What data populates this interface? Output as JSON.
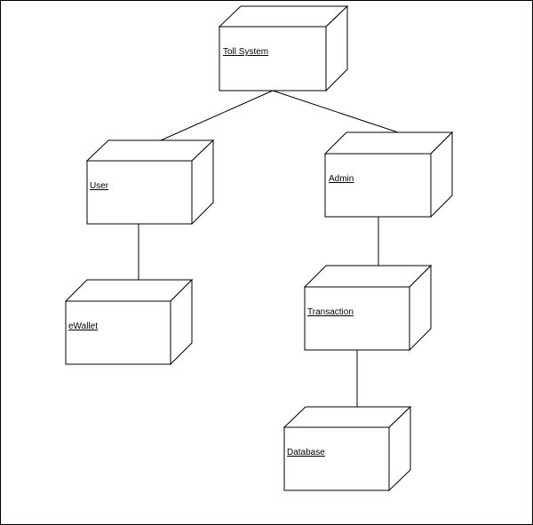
{
  "diagram": {
    "nodes": [
      {
        "id": "toll",
        "label": "Toll System"
      },
      {
        "id": "user",
        "label": "User"
      },
      {
        "id": "admin",
        "label": "Admin"
      },
      {
        "id": "ewallet",
        "label": "eWallet"
      },
      {
        "id": "transaction",
        "label": "Transaction"
      },
      {
        "id": "database",
        "label": "Database"
      }
    ],
    "edges": [
      {
        "from": "toll",
        "to": "user"
      },
      {
        "from": "toll",
        "to": "admin"
      },
      {
        "from": "user",
        "to": "ewallet"
      },
      {
        "from": "admin",
        "to": "transaction"
      },
      {
        "from": "transaction",
        "to": "database"
      }
    ]
  }
}
